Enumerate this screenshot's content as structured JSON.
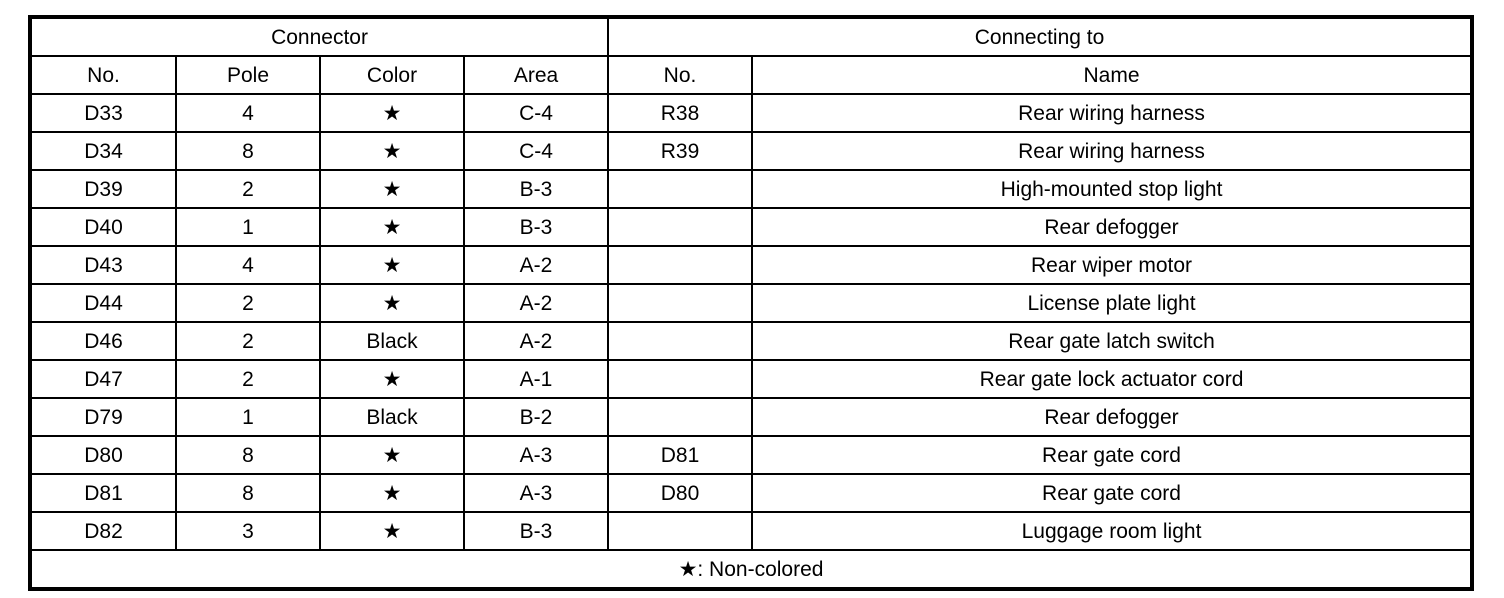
{
  "table": {
    "group_headers": [
      {
        "label": "Connector",
        "span": 4
      },
      {
        "label": "Connecting to",
        "span": 2
      }
    ],
    "column_headers": [
      "No.",
      "Pole",
      "Color",
      "Area",
      "No.",
      "Name"
    ],
    "star_glyph": "★",
    "rows": [
      {
        "no": "D33",
        "pole": "4",
        "color": "★",
        "area": "C-4",
        "conn_no": "R38",
        "conn_name": "Rear wiring harness"
      },
      {
        "no": "D34",
        "pole": "8",
        "color": "★",
        "area": "C-4",
        "conn_no": "R39",
        "conn_name": "Rear wiring harness"
      },
      {
        "no": "D39",
        "pole": "2",
        "color": "★",
        "area": "B-3",
        "conn_no": "",
        "conn_name": "High-mounted stop light"
      },
      {
        "no": "D40",
        "pole": "1",
        "color": "★",
        "area": "B-3",
        "conn_no": "",
        "conn_name": "Rear defogger"
      },
      {
        "no": "D43",
        "pole": "4",
        "color": "★",
        "area": "A-2",
        "conn_no": "",
        "conn_name": "Rear wiper motor"
      },
      {
        "no": "D44",
        "pole": "2",
        "color": "★",
        "area": "A-2",
        "conn_no": "",
        "conn_name": "License plate light"
      },
      {
        "no": "D46",
        "pole": "2",
        "color": "Black",
        "area": "A-2",
        "conn_no": "",
        "conn_name": "Rear gate latch switch"
      },
      {
        "no": "D47",
        "pole": "2",
        "color": "★",
        "area": "A-1",
        "conn_no": "",
        "conn_name": "Rear gate lock actuator cord"
      },
      {
        "no": "D79",
        "pole": "1",
        "color": "Black",
        "area": "B-2",
        "conn_no": "",
        "conn_name": "Rear defogger"
      },
      {
        "no": "D80",
        "pole": "8",
        "color": "★",
        "area": "A-3",
        "conn_no": "D81",
        "conn_name": "Rear gate cord"
      },
      {
        "no": "D81",
        "pole": "8",
        "color": "★",
        "area": "A-3",
        "conn_no": "D80",
        "conn_name": "Rear gate cord"
      },
      {
        "no": "D82",
        "pole": "3",
        "color": "★",
        "area": "B-3",
        "conn_no": "",
        "conn_name": "Luggage room light"
      }
    ],
    "footnote": "★: Non-colored"
  },
  "colors": {
    "border": "#000000",
    "text": "#000000",
    "background": "#ffffff"
  }
}
